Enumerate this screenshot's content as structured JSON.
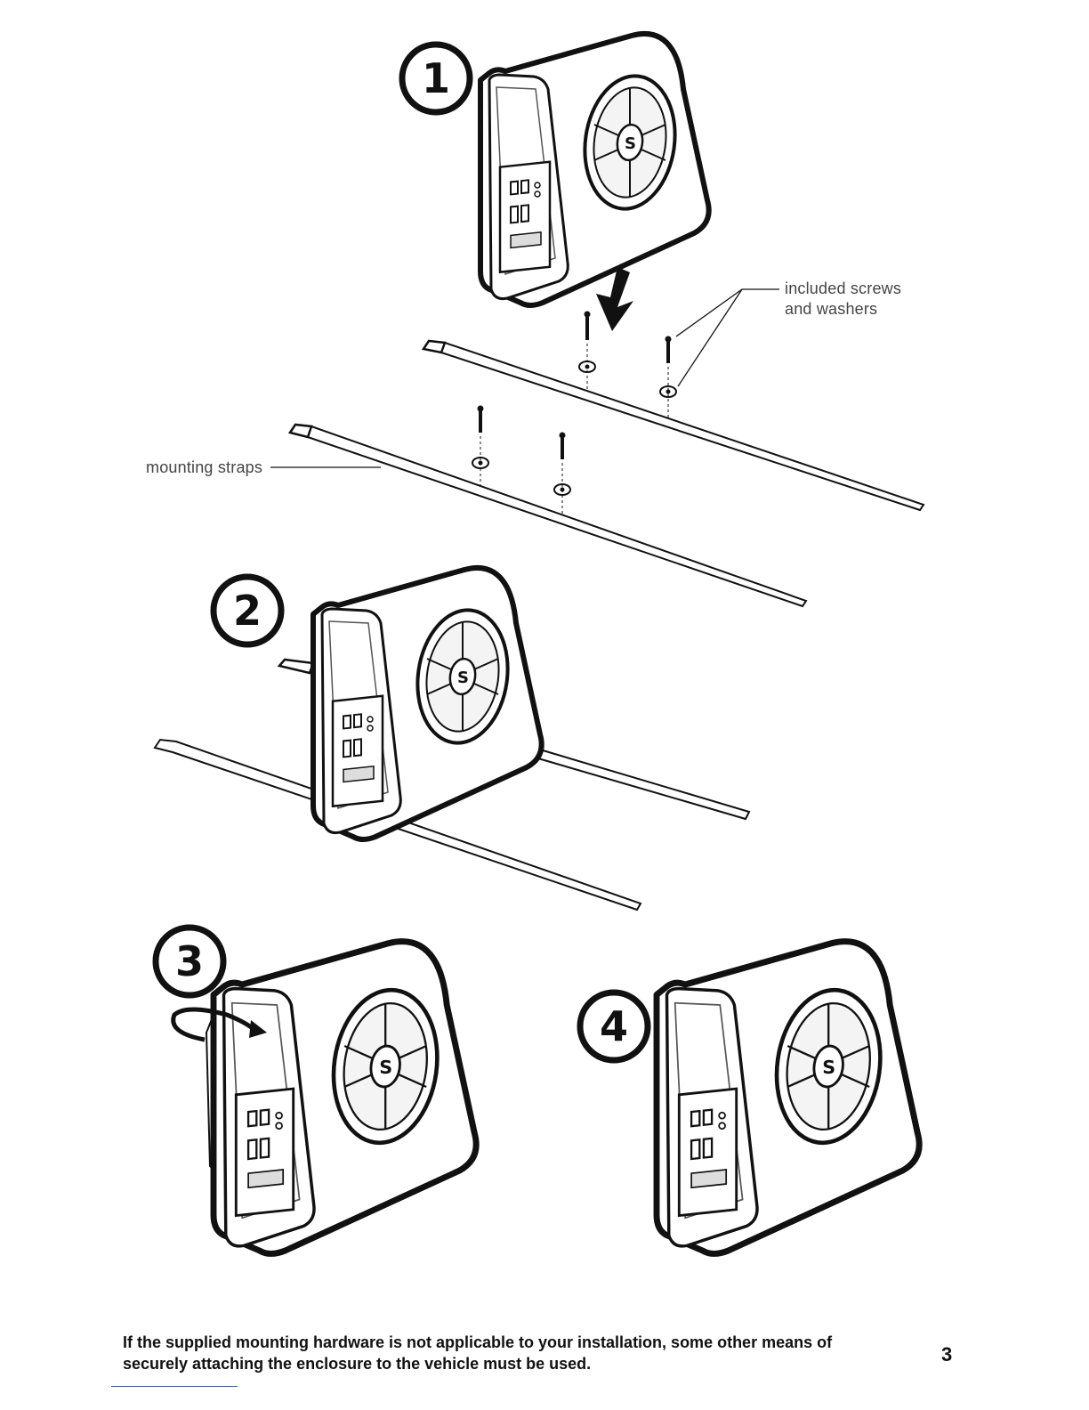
{
  "steps": [
    "1",
    "2",
    "3",
    "4"
  ],
  "callouts": {
    "screws_line1": "included screws",
    "screws_line2": "and washers",
    "straps": "mounting straps"
  },
  "footer": {
    "note_line1": "If the supplied mounting hardware is not applicable to your installation, some other means of",
    "note_line2": "securely attaching the enclosure to the vehicle must be used.",
    "page_number": "3"
  },
  "colors": {
    "ink": "#111111",
    "link_rule": "#2b5fd9"
  }
}
